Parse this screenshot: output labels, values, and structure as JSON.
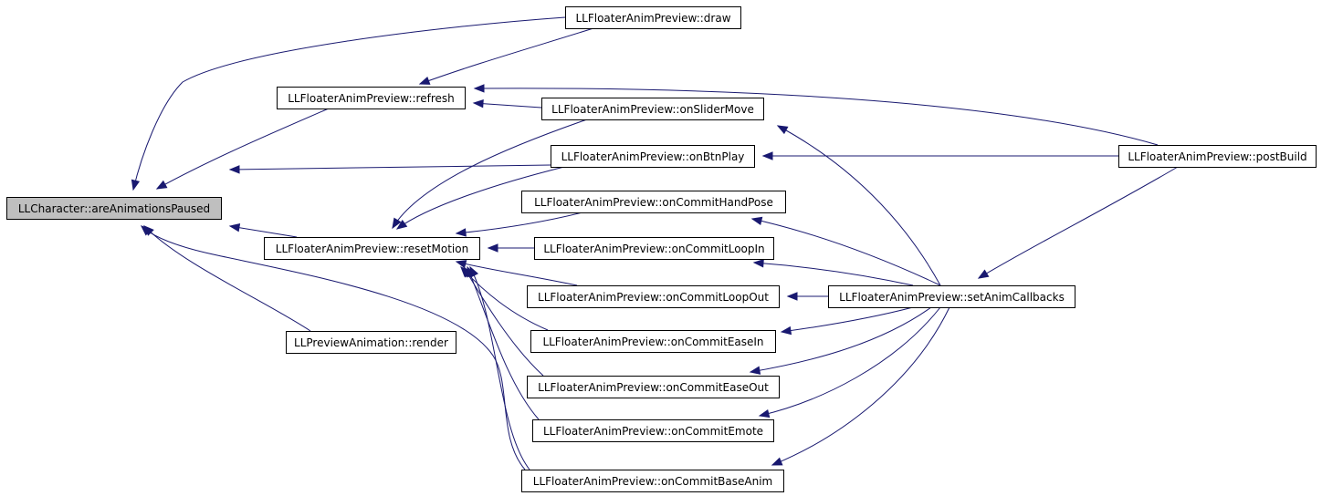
{
  "colors": {
    "edge": "#191970",
    "root_fill": "#bfbfbf",
    "node_fill": "#ffffff",
    "border": "#000000"
  },
  "nodes": [
    {
      "id": "are_paused",
      "label": "LLCharacter::areAnimationsPaused",
      "root": true
    },
    {
      "id": "draw",
      "label": "LLFloaterAnimPreview::draw"
    },
    {
      "id": "refresh",
      "label": "LLFloaterAnimPreview::refresh"
    },
    {
      "id": "slider_move",
      "label": "LLFloaterAnimPreview::onSliderMove"
    },
    {
      "id": "btn_play",
      "label": "LLFloaterAnimPreview::onBtnPlay"
    },
    {
      "id": "post_build",
      "label": "LLFloaterAnimPreview::postBuild"
    },
    {
      "id": "hand_pose",
      "label": "LLFloaterAnimPreview::onCommitHandPose"
    },
    {
      "id": "reset_motion",
      "label": "LLFloaterAnimPreview::resetMotion"
    },
    {
      "id": "loop_in",
      "label": "LLFloaterAnimPreview::onCommitLoopIn"
    },
    {
      "id": "loop_out",
      "label": "LLFloaterAnimPreview::onCommitLoopOut"
    },
    {
      "id": "set_anim_cb",
      "label": "LLFloaterAnimPreview::setAnimCallbacks"
    },
    {
      "id": "preview_render",
      "label": "LLPreviewAnimation::render"
    },
    {
      "id": "ease_in",
      "label": "LLFloaterAnimPreview::onCommitEaseIn"
    },
    {
      "id": "ease_out",
      "label": "LLFloaterAnimPreview::onCommitEaseOut"
    },
    {
      "id": "emote",
      "label": "LLFloaterAnimPreview::onCommitEmote"
    },
    {
      "id": "base_anim",
      "label": "LLFloaterAnimPreview::onCommitBaseAnim"
    }
  ],
  "edges": [
    {
      "from": "draw",
      "to": "are_paused"
    },
    {
      "from": "draw",
      "to": "refresh"
    },
    {
      "from": "refresh",
      "to": "are_paused"
    },
    {
      "from": "post_build",
      "to": "refresh"
    },
    {
      "from": "slider_move",
      "to": "refresh"
    },
    {
      "from": "slider_move",
      "to": "reset_motion"
    },
    {
      "from": "btn_play",
      "to": "are_paused"
    },
    {
      "from": "btn_play",
      "to": "reset_motion"
    },
    {
      "from": "post_build",
      "to": "btn_play"
    },
    {
      "from": "post_build",
      "to": "set_anim_cb"
    },
    {
      "from": "reset_motion",
      "to": "are_paused"
    },
    {
      "from": "preview_render",
      "to": "are_paused"
    },
    {
      "from": "hand_pose",
      "to": "reset_motion"
    },
    {
      "from": "loop_in",
      "to": "reset_motion"
    },
    {
      "from": "loop_out",
      "to": "reset_motion"
    },
    {
      "from": "ease_in",
      "to": "reset_motion"
    },
    {
      "from": "ease_out",
      "to": "reset_motion"
    },
    {
      "from": "emote",
      "to": "reset_motion"
    },
    {
      "from": "base_anim",
      "to": "reset_motion"
    },
    {
      "from": "base_anim",
      "to": "are_paused"
    },
    {
      "from": "set_anim_cb",
      "to": "slider_move"
    },
    {
      "from": "set_anim_cb",
      "to": "hand_pose"
    },
    {
      "from": "set_anim_cb",
      "to": "loop_in"
    },
    {
      "from": "set_anim_cb",
      "to": "loop_out"
    },
    {
      "from": "set_anim_cb",
      "to": "ease_in"
    },
    {
      "from": "set_anim_cb",
      "to": "ease_out"
    },
    {
      "from": "set_anim_cb",
      "to": "emote"
    },
    {
      "from": "set_anim_cb",
      "to": "base_anim"
    }
  ]
}
